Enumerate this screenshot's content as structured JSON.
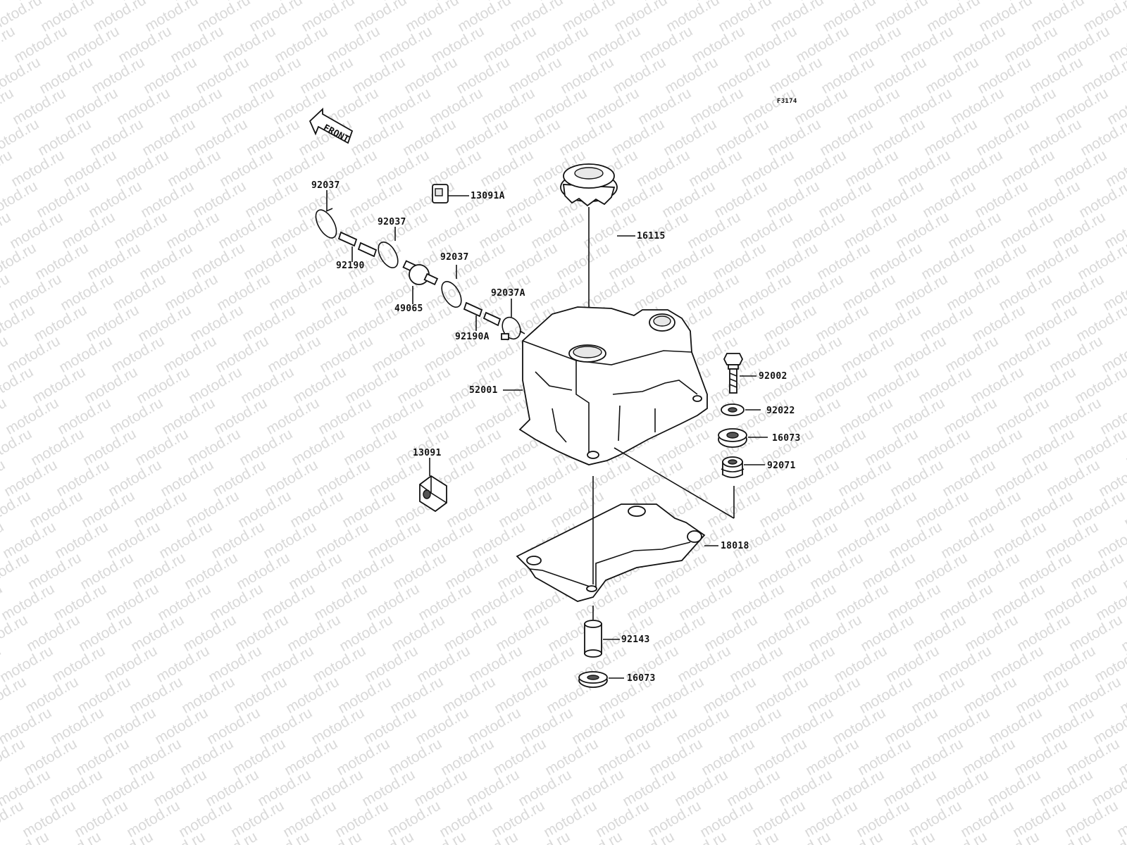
{
  "watermark": {
    "text": "motod.ru"
  },
  "figure_code": "F3174",
  "front_marker": {
    "text": "FRONT"
  },
  "parts": {
    "p92037_a": "92037",
    "p92190": "92190",
    "p92037_b": "92037",
    "p49065": "49065",
    "p92037_c": "92037",
    "p13091a": "13091A",
    "p16115": "16115",
    "p92037a": "92037A",
    "p92190a": "92190A",
    "p52001": "52001",
    "p92002": "92002",
    "p92022": "92022",
    "p16073_a": "16073",
    "p92071": "92071",
    "p13091": "13091",
    "p18018": "18018",
    "p92143": "92143",
    "p16073_b": "16073"
  }
}
